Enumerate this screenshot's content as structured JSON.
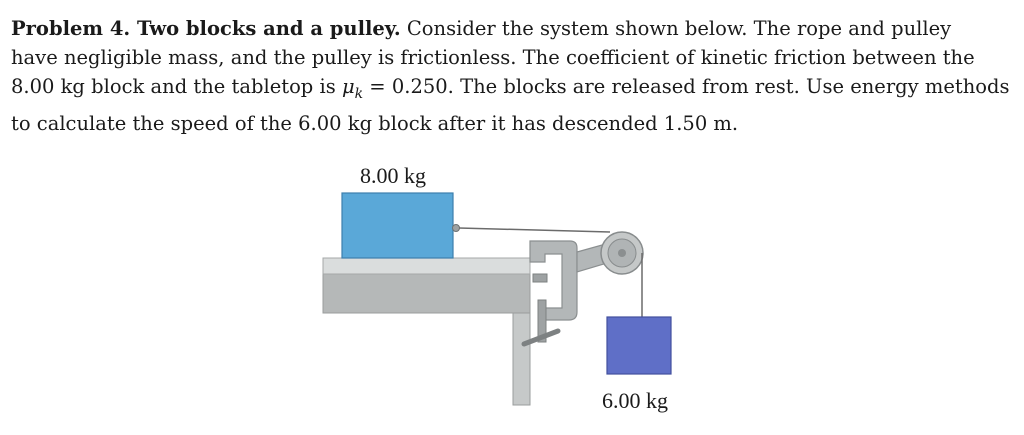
{
  "problem": {
    "heading": "Problem 4. Two blocks and a pulley.",
    "body_line1": " Consider the system shown below. The rope and pulley",
    "body_line2": "have negligible mass, and the pulley is frictionless. The coefficient of kinetic friction between the",
    "body_line3a": "8.00 kg block and the tabletop is ",
    "mu_symbol": "μ",
    "mu_subscript": "k",
    "body_line3b": " = 0.250. The blocks are released from rest. Use energy methods",
    "body_line4": "to calculate the speed of the 6.00 kg block after it has descended 1.50 m."
  },
  "figure": {
    "block_top_label": "8.00 kg",
    "block_hanging_label": "6.00 kg",
    "colors": {
      "block_top": "#5aa8d8",
      "block_hanging": "#5f6fc7",
      "table_top": "#d9dcdc",
      "table_side": "#b7baba",
      "clamp": "#b3b7b8",
      "pulley": "#c5c8c8",
      "rope": "#6b6b6b"
    }
  }
}
